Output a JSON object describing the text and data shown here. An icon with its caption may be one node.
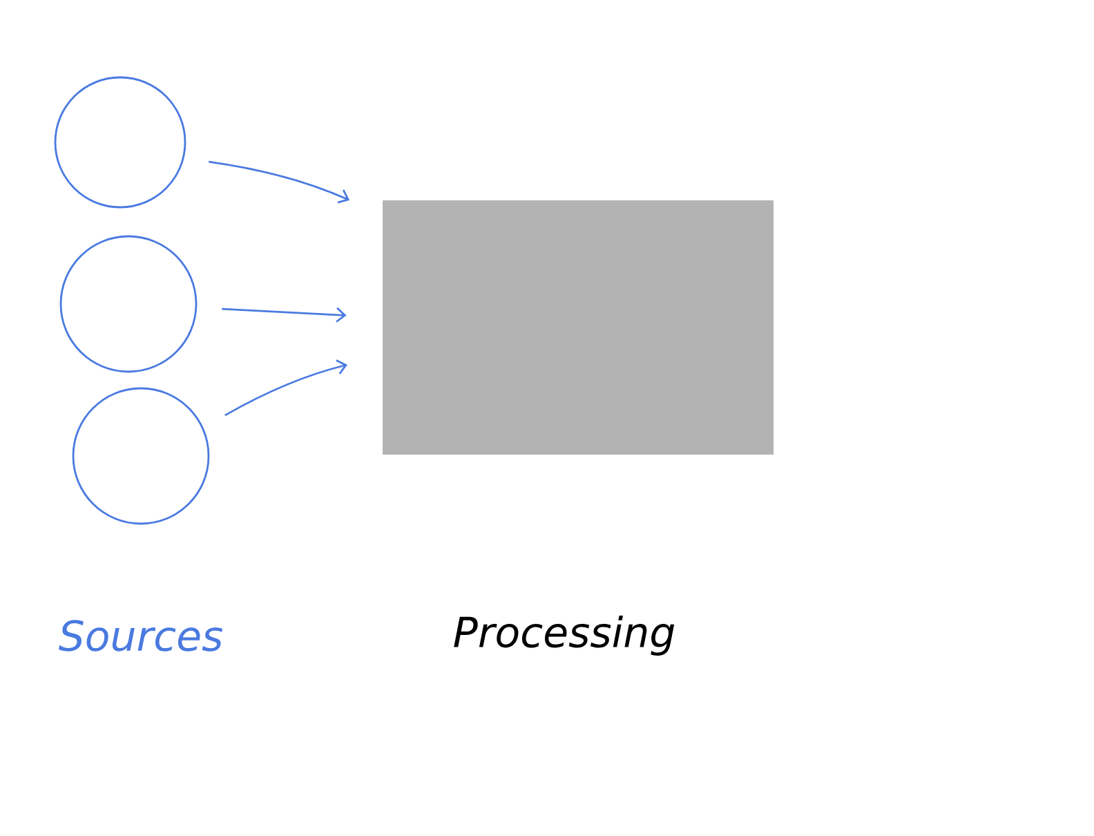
{
  "diagram": {
    "nodes": [
      {
        "text": [],
        "shape": "circle"
      },
      {
        "text": [],
        "shape": "circle"
      },
      {
        "text": [],
        "shape": "circle"
      },
      {
        "text": [],
        "shape": "box",
        "beside": [
          "Processing"
        ]
      }
    ],
    "edges": [
      {
        "from": 0,
        "to": 3,
        "arrow": "to"
      },
      {
        "from": 1,
        "to": 3,
        "arrow": "to"
      },
      {
        "from": 2,
        "to": 3,
        "arrow": "to"
      }
    ],
    "labels": [
      "Sources"
    ]
  }
}
